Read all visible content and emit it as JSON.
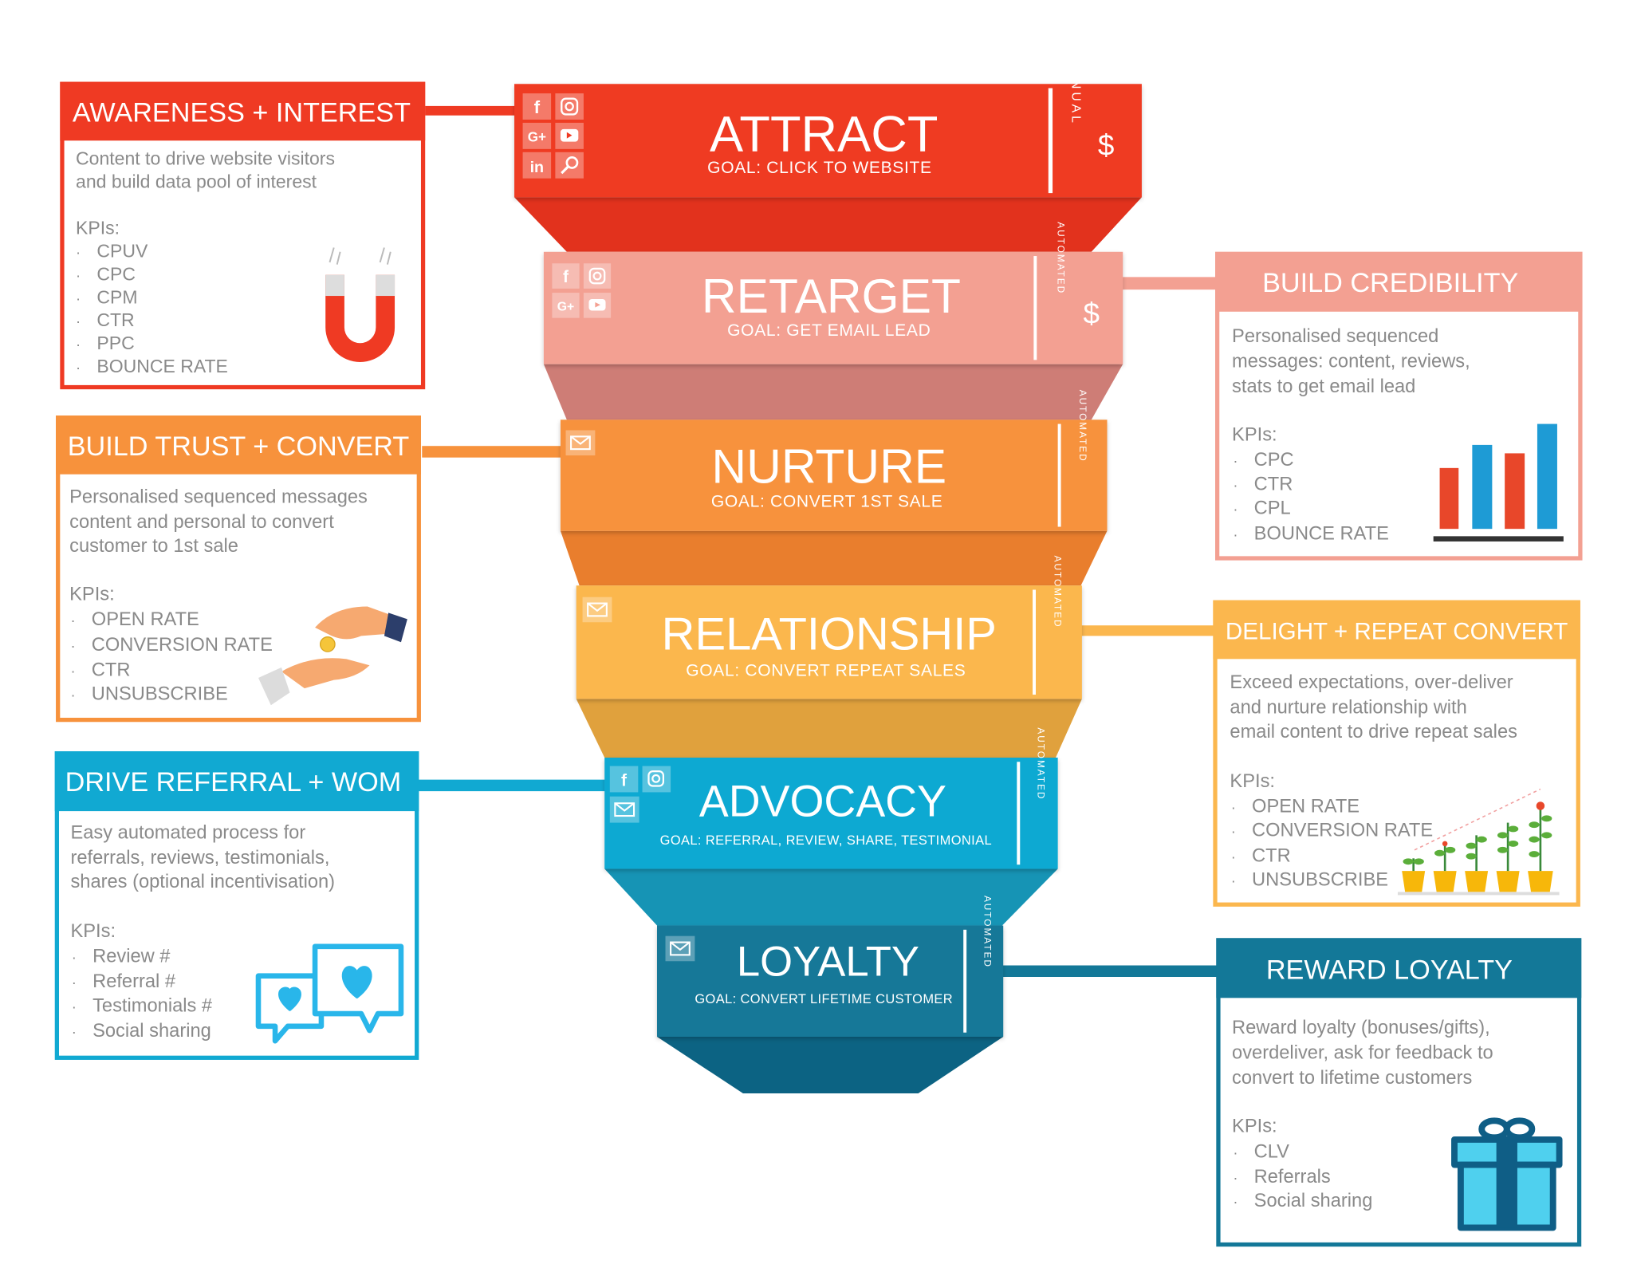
{
  "stages": [
    {
      "id": "attract",
      "title": "ATTRACT",
      "goal": "GOAL: CLICK TO WEBSITE",
      "mode": "MANUAL",
      "cost_symbol": "$",
      "icons": [
        "facebook-icon",
        "instagram-icon",
        "google-plus-icon",
        "youtube-icon",
        "linkedin-icon",
        "search-icon"
      ],
      "color": "#EF3A23",
      "shadow_color": "#E2321D"
    },
    {
      "id": "retarget",
      "title": "RETARGET",
      "goal": "GOAL: GET EMAIL LEAD",
      "mode": "AUTOMATED",
      "cost_symbol": "$",
      "icons": [
        "facebook-icon",
        "instagram-icon",
        "google-plus-icon",
        "youtube-icon"
      ],
      "color": "#F3A092",
      "shadow_color": "#CE7D76"
    },
    {
      "id": "nurture",
      "title": "NURTURE",
      "goal": "GOAL: CONVERT 1ST SALE",
      "mode": "AUTOMATED",
      "cost_symbol": "",
      "icons": [
        "mail-icon"
      ],
      "color": "#F7923C",
      "shadow_color": "#E97E2D"
    },
    {
      "id": "relationship",
      "title": "RELATIONSHIP",
      "goal": "GOAL: CONVERT REPEAT SALES",
      "mode": "AUTOMATED",
      "cost_symbol": "",
      "icons": [
        "mail-icon"
      ],
      "color": "#FBB74E",
      "shadow_color": "#E0A13D"
    },
    {
      "id": "advocacy",
      "title": "ADVOCACY",
      "goal": "GOAL: REFERRAL, REVIEW, SHARE, TESTIMONIAL",
      "mode": "AUTOMATED",
      "cost_symbol": "",
      "icons": [
        "facebook-icon",
        "instagram-icon",
        "mail-icon"
      ],
      "color": "#11A9D2",
      "shadow_color": "#1694B5"
    },
    {
      "id": "loyalty",
      "title": "LOYALTY",
      "goal": "GOAL: CONVERT LIFETIME CUSTOMER",
      "mode": "AUTOMATED",
      "cost_symbol": "",
      "icons": [
        "mail-icon"
      ],
      "color": "#137898",
      "shadow_color": "#0C6383"
    }
  ],
  "cards": [
    {
      "id": "awareness-interest",
      "title": "AWARENESS + INTEREST",
      "description": [
        "Content to drive website visitors",
        "and build data pool of interest"
      ],
      "kpi_label": "KPIs:",
      "kpis": [
        "CPUV",
        "CPC",
        "CPM",
        "CTR",
        "PPC",
        "BOUNCE RATE"
      ],
      "illustration": "magnet-icon",
      "color": "#EF3A23"
    },
    {
      "id": "build-credibility",
      "title": "BUILD CREDIBILITY",
      "description": [
        "Personalised sequenced",
        "messages: content, reviews,",
        "stats to get email lead"
      ],
      "kpi_label": "KPIs:",
      "kpis": [
        "CPC",
        "CTR",
        "CPL",
        "BOUNCE RATE"
      ],
      "illustration": "bar-chart-icon",
      "color": "#F3A092"
    },
    {
      "id": "build-trust-convert",
      "title": "BUILD TRUST + CONVERT",
      "description": [
        "Personalised sequenced messages",
        "content and personal to convert",
        "customer to 1st sale"
      ],
      "kpi_label": "KPIs:",
      "kpis": [
        "OPEN RATE",
        "CONVERSION RATE",
        "CTR",
        "UNSUBSCRIBE"
      ],
      "illustration": "coin-handover-icon",
      "color": "#F7923C"
    },
    {
      "id": "delight-repeat-convert",
      "title": "DELIGHT + REPEAT CONVERT",
      "description": [
        "Exceed expectations, over-deliver",
        "and nurture relationship with",
        "email content to drive repeat sales"
      ],
      "kpi_label": "KPIs:",
      "kpis": [
        "OPEN RATE",
        "CONVERSION RATE",
        "CTR",
        "UNSUBSCRIBE"
      ],
      "illustration": "growing-plants-icon",
      "color": "#FBB74E"
    },
    {
      "id": "drive-referral-wom",
      "title": "DRIVE REFERRAL + WOM",
      "description": [
        "Easy automated process for",
        "referrals, reviews, testimonials,",
        "shares (optional incentivisation)"
      ],
      "kpi_label": "KPIs:",
      "kpis": [
        "Review #",
        "Referral #",
        "Testimonials #",
        "Social sharing"
      ],
      "illustration": "heart-chat-icon",
      "color": "#11A9D2"
    },
    {
      "id": "reward-loyalty",
      "title": "REWARD LOYALTY",
      "description": [
        "Reward loyalty (bonuses/gifts),",
        "overdeliver, ask for feedback to",
        "convert to lifetime customers"
      ],
      "kpi_label": "KPIs:",
      "kpis": [
        "CLV",
        "Referrals",
        "Social sharing"
      ],
      "illustration": "gift-box-icon",
      "color": "#137898"
    }
  ]
}
